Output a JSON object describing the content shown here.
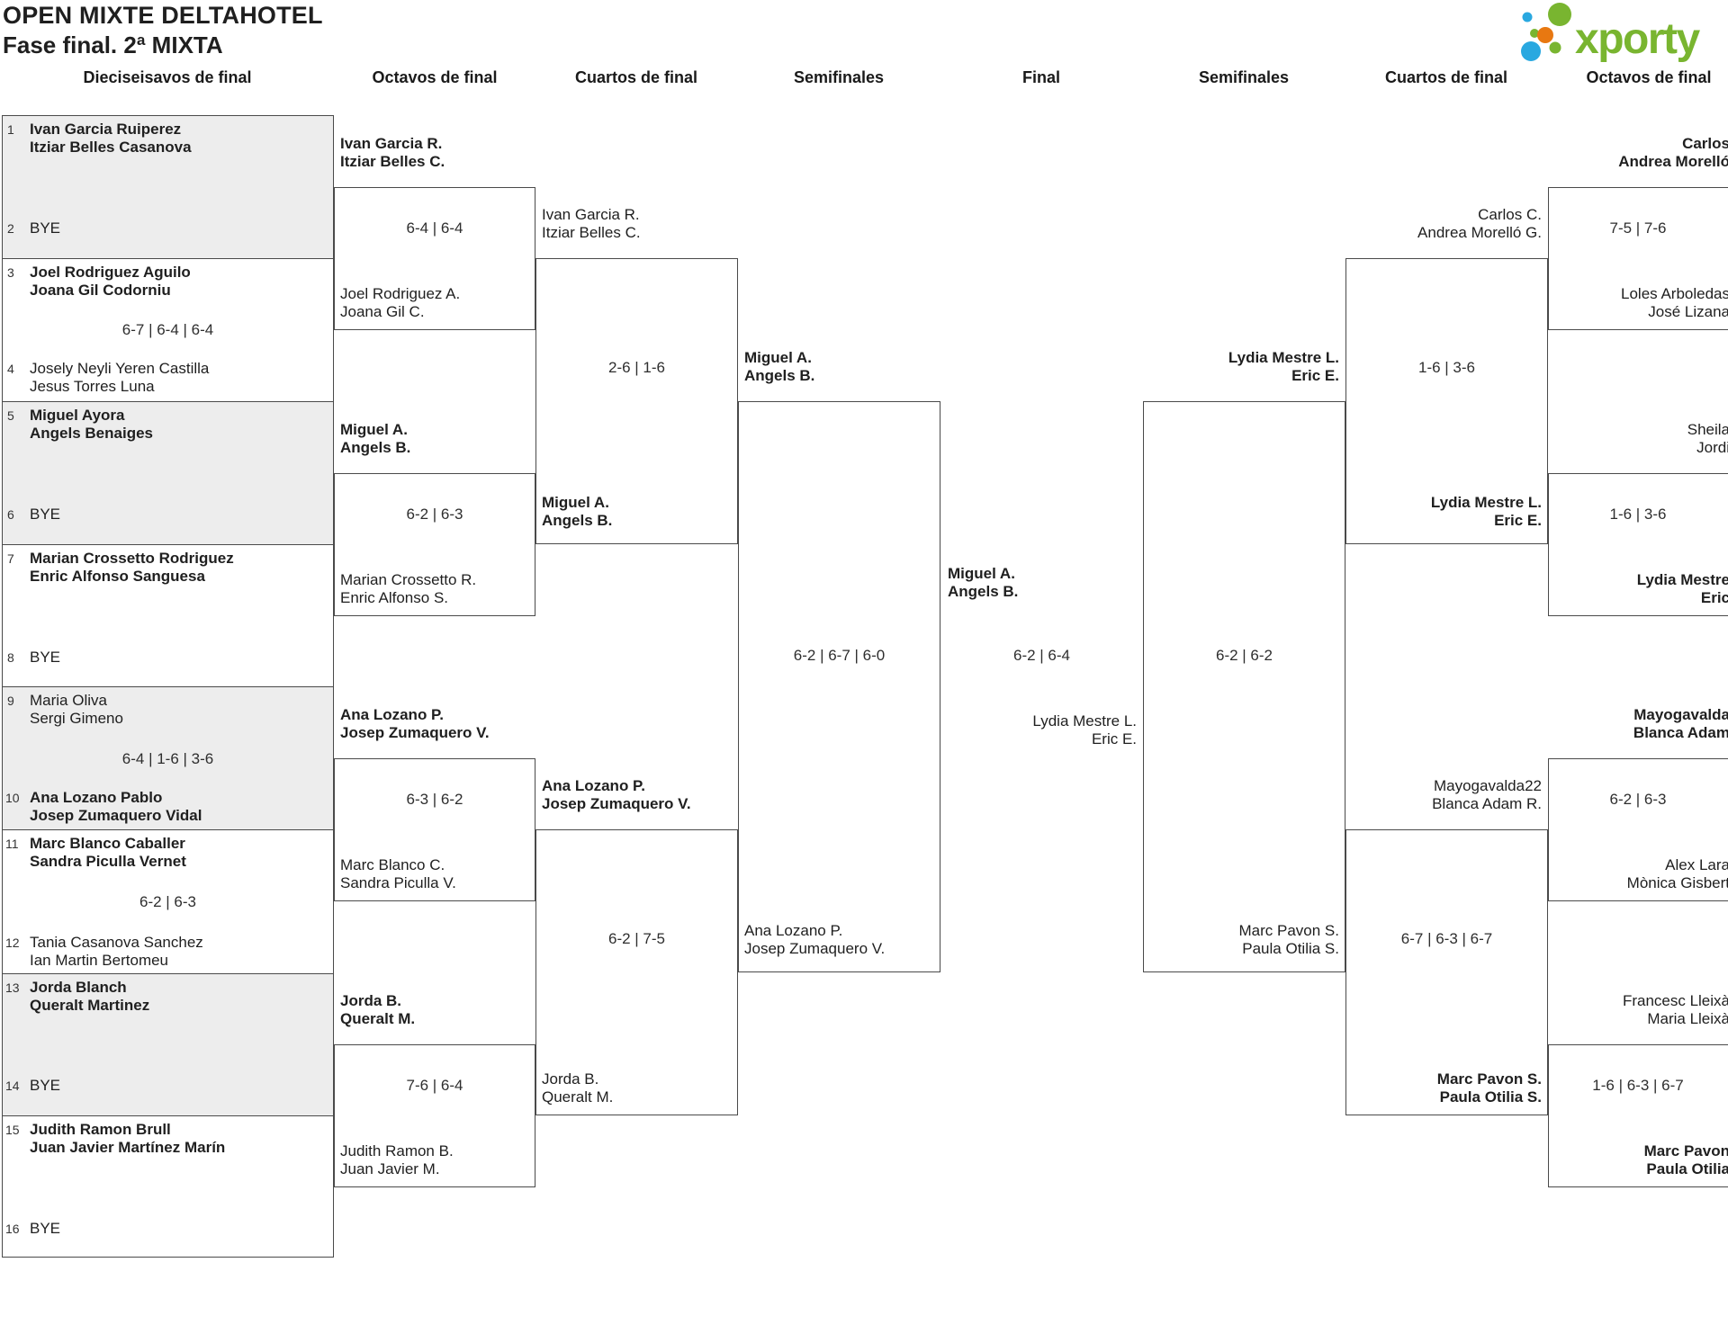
{
  "header": {
    "title": "OPEN MIXTE DELTAHOTEL",
    "subtitle": "Fase final. 2ª MIXTA",
    "logo_text": "xporty"
  },
  "colors": {
    "brand_green": "#79b530",
    "brand_blue": "#29a8e0",
    "brand_orange": "#e87811",
    "shaded_box": "#ededed",
    "line": "#4a4a4a"
  },
  "rounds": [
    {
      "label": "Dieciseisavos de final"
    },
    {
      "label": "Octavos de final"
    },
    {
      "label": "Cuartos de final"
    },
    {
      "label": "Semifinales"
    },
    {
      "label": "Final"
    },
    {
      "label": "Semifinales"
    },
    {
      "label": "Cuartos de final"
    },
    {
      "label": "Octavos de final"
    }
  ],
  "round32": {
    "entries": [
      {
        "num": "1",
        "line1": "Ivan Garcia Ruiperez",
        "line2": "Itziar Belles Casanova"
      },
      {
        "num": "2",
        "line1": "BYE",
        "line2": ""
      },
      {
        "num": "3",
        "line1": "Joel Rodriguez Aguilo",
        "line2": "Joana Gil Codorniu"
      },
      {
        "num": "4",
        "line1": "Josely Neyli Yeren Castilla",
        "line2": "Jesus Torres Luna"
      },
      {
        "num": "5",
        "line1": "Miguel Ayora",
        "line2": "Angels Benaiges"
      },
      {
        "num": "6",
        "line1": "BYE",
        "line2": ""
      },
      {
        "num": "7",
        "line1": "Marian Crossetto Rodriguez",
        "line2": "Enric Alfonso Sanguesa"
      },
      {
        "num": "8",
        "line1": "BYE",
        "line2": ""
      },
      {
        "num": "9",
        "line1": "Maria Oliva",
        "line2": "Sergi Gimeno"
      },
      {
        "num": "10",
        "line1": "Ana Lozano Pablo",
        "line2": "Josep Zumaquero Vidal"
      },
      {
        "num": "11",
        "line1": "Marc Blanco Caballer",
        "line2": "Sandra Piculla Vernet"
      },
      {
        "num": "12",
        "line1": "Tania Casanova Sanchez",
        "line2": "Ian Martin Bertomeu"
      },
      {
        "num": "13",
        "line1": "Jorda Blanch",
        "line2": "Queralt Martinez"
      },
      {
        "num": "14",
        "line1": "BYE",
        "line2": ""
      },
      {
        "num": "15",
        "line1": "Judith Ramon Brull",
        "line2": "Juan Javier Martínez Marín"
      },
      {
        "num": "16",
        "line1": "BYE",
        "line2": ""
      }
    ],
    "scores": [
      {
        "match": "3-4",
        "text": "6-7 | 6-4 | 6-4"
      },
      {
        "match": "9-10",
        "text": "6-4 | 1-6 | 3-6"
      },
      {
        "match": "11-12",
        "text": "6-2 | 6-3"
      }
    ]
  },
  "octavos_left": [
    {
      "winner": [
        "Ivan Garcia R.",
        "Itziar Belles C."
      ],
      "score": "6-4 | 6-4",
      "loser": [
        "Joel Rodriguez A.",
        "Joana Gil C."
      ]
    },
    {
      "winner": [
        "Miguel A.",
        "Angels B."
      ],
      "score": "6-2 | 6-3",
      "loser": [
        "Marian Crossetto R.",
        "Enric Alfonso S."
      ]
    },
    {
      "winner": [
        "Ana Lozano P.",
        "Josep Zumaquero V."
      ],
      "score": "6-3 | 6-2",
      "loser": [
        "Marc Blanco C.",
        "Sandra Piculla V."
      ]
    },
    {
      "winner": [
        "Jorda B.",
        "Queralt M."
      ],
      "score": "7-6 | 6-4",
      "loser": [
        "Judith Ramon B.",
        "Juan Javier M."
      ]
    }
  ],
  "cuartos_left": [
    {
      "top": [
        "Ivan Garcia R.",
        "Itziar Belles C."
      ],
      "score": "2-6 | 1-6",
      "bottom": [
        "Miguel A.",
        "Angels B."
      ]
    },
    {
      "top": [
        "Ana Lozano P.",
        "Josep Zumaquero V."
      ],
      "score": "6-2 | 7-5",
      "bottom": [
        "Jorda B.",
        "Queralt M."
      ]
    }
  ],
  "semifinal_left": {
    "top": [
      "Miguel A.",
      "Angels B."
    ],
    "score": "6-2 | 6-7 | 6-0",
    "bottom": [
      "Ana Lozano P.",
      "Josep Zumaquero V."
    ]
  },
  "final": {
    "winner": [
      "Miguel A.",
      "Angels B."
    ],
    "score": "6-2 | 6-4",
    "runner_up": [
      "Lydia Mestre L.",
      "Eric E."
    ]
  },
  "semifinal_right": {
    "top": [
      "Lydia Mestre L.",
      "Eric E."
    ],
    "score": "6-2 | 6-2",
    "bottom": [
      "Marc Pavon S.",
      "Paula Otilia S."
    ]
  },
  "cuartos_right": [
    {
      "top": [
        "Carlos C.",
        "Andrea Morelló G."
      ],
      "score": "1-6 | 3-6",
      "bottom": [
        "Lydia Mestre L.",
        "Eric E."
      ]
    },
    {
      "top": [
        "Mayogavalda22",
        "Blanca Adam R."
      ],
      "score": "6-7 | 6-3 | 6-7",
      "bottom": [
        "Marc Pavon S.",
        "Paula Otilia S."
      ]
    }
  ],
  "octavos_right": [
    {
      "top": [
        "Carlos",
        "Andrea Morelló"
      ],
      "score": "7-5 | 7-6",
      "bottom": [
        "Loles Arboledas",
        "José Lizana"
      ]
    },
    {
      "top": [
        "Sheila",
        "Jordi"
      ],
      "score": "1-6 | 3-6",
      "bottom": [
        "Lydia Mestre",
        "Eric"
      ]
    },
    {
      "top": [
        "Mayogavalda",
        "Blanca Adam"
      ],
      "score": "6-2 | 6-3",
      "bottom": [
        "Alex Lara",
        "Mònica Gisbert"
      ]
    },
    {
      "top": [
        "Francesc Lleixà",
        "Maria Lleixà"
      ],
      "score": "1-6 | 6-3 | 6-7",
      "bottom": [
        "Marc Pavon",
        "Paula Otilia"
      ]
    }
  ]
}
